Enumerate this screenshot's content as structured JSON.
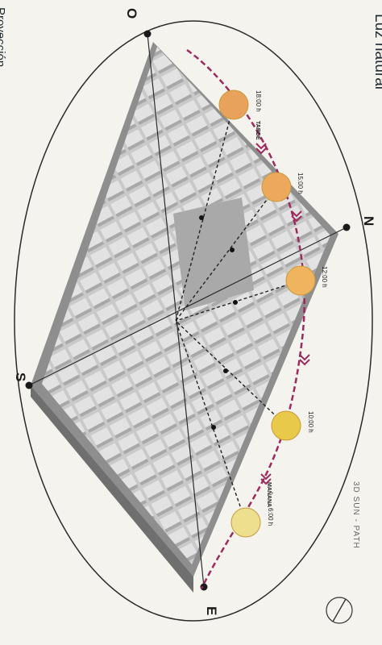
{
  "title": "Luz natural",
  "subtitle": "3D SUN - PATH",
  "footer": "Proyección",
  "compass": {
    "north": "N",
    "south": "S",
    "east": "E",
    "west": "O"
  },
  "sun_positions": [
    {
      "time": "18:00 h",
      "color": "#e8a25c"
    },
    {
      "time": "15:00 h",
      "color": "#eca95e"
    },
    {
      "time": "12:00 h",
      "color": "#f0b35e"
    },
    {
      "time": "10:00 h",
      "color": "#e8c94a"
    },
    {
      "time": "6:00 h",
      "color": "#ece08f"
    }
  ],
  "path_labels": {
    "evening": "TARDE",
    "morning": "MAÑANA"
  },
  "colors": {
    "path": "#9b2a5e",
    "rays": "#222222",
    "building_top": "#d6d6d6",
    "building_side": "#9a9a9a"
  },
  "icons": [
    "compass-rose-icon"
  ]
}
